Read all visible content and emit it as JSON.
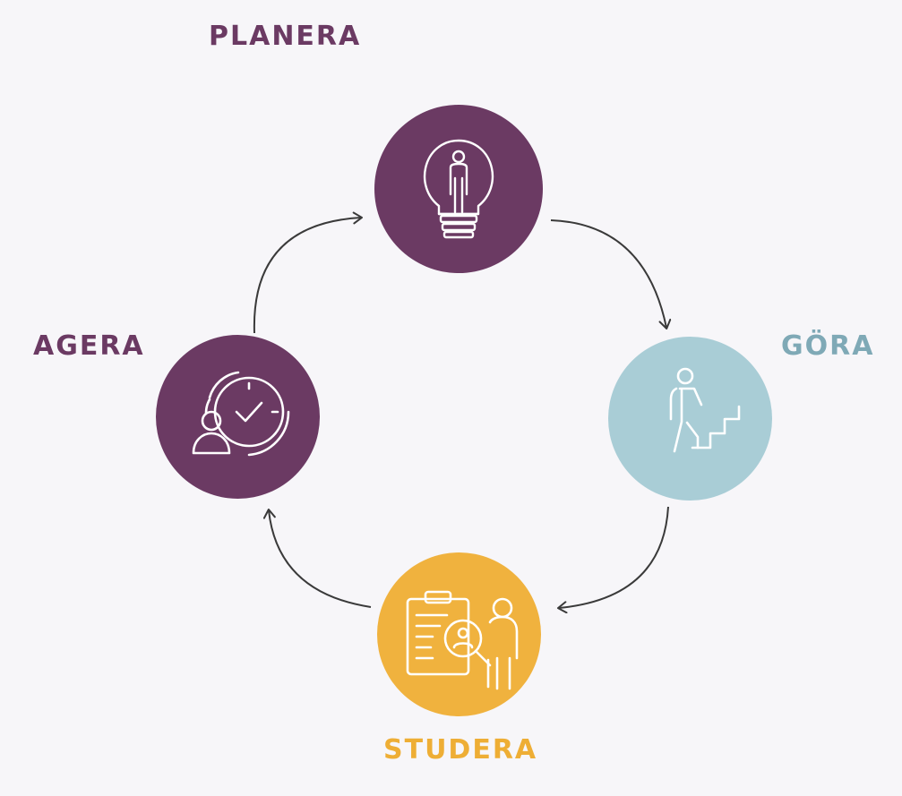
{
  "cycle": {
    "plan": {
      "label": "PLANERA",
      "color": "#6b3a63",
      "icon": "lightbulb-person-icon"
    },
    "do": {
      "label": "GÖRA",
      "color": "#a9cdd6",
      "label_color": "#7fa9b6",
      "icon": "person-climbing-stairs-icon"
    },
    "study": {
      "label": "STUDERA",
      "color": "#f0b23e",
      "label_color": "#eeae35",
      "icon": "clipboard-magnifier-person-icon"
    },
    "act": {
      "label": "AGERA",
      "color": "#6b3a63",
      "icon": "person-clock-check-icon"
    }
  },
  "arrow_color": "#3a3a3a"
}
